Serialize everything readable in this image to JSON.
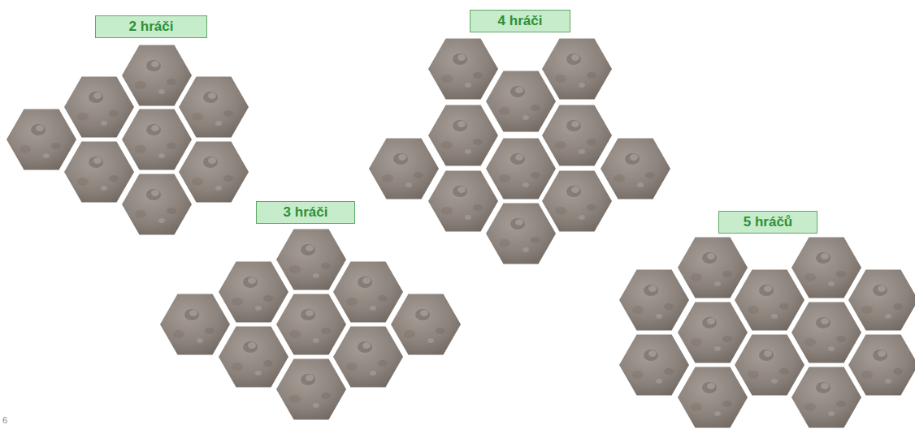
{
  "diagram": {
    "nodes": [
      {
        "text": [
          "2 hráči"
        ]
      },
      {
        "text": [
          "4 hráči"
        ]
      },
      {
        "text": [
          "3 hráči"
        ]
      },
      {
        "text": [
          "5 hráčů"
        ]
      }
    ],
    "labels": [
      "6"
    ]
  }
}
